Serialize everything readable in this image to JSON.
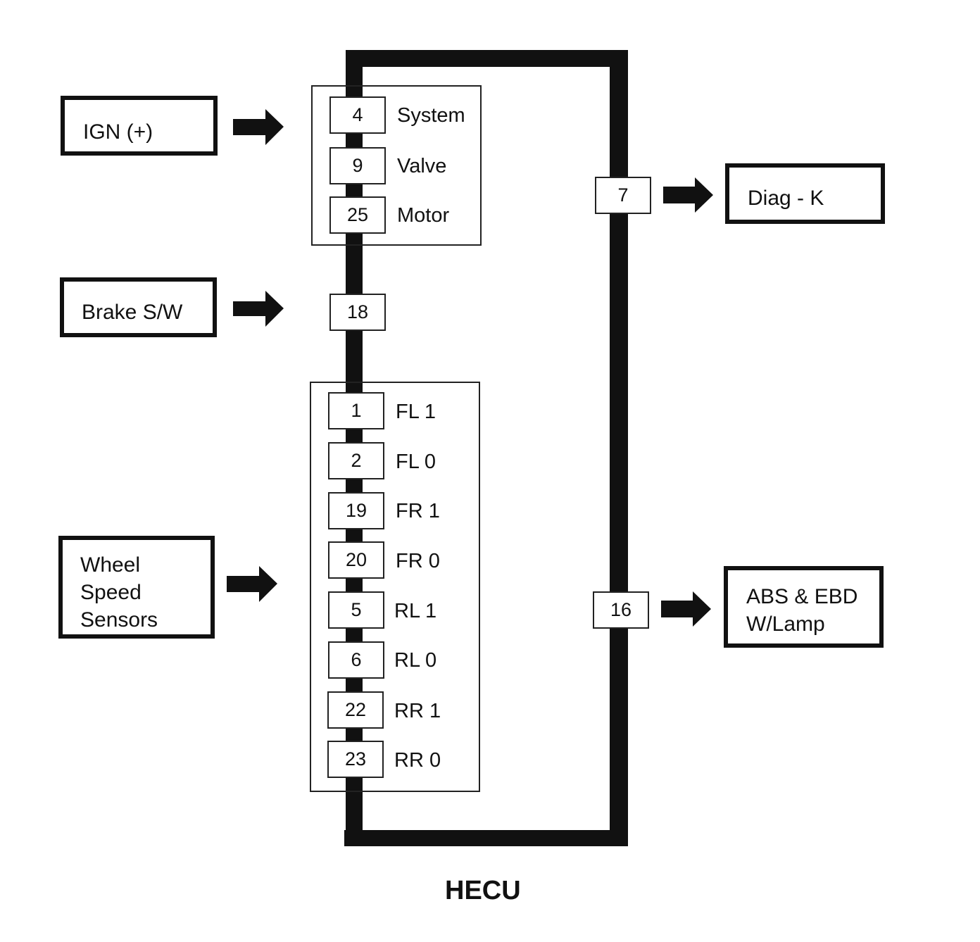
{
  "title": "HECU",
  "inputs": {
    "ign": "IGN (+)",
    "brake": "Brake S/W",
    "wheel": [
      "Wheel",
      "Speed",
      "Sensors"
    ]
  },
  "outputs": {
    "diag": "Diag - K",
    "abs": [
      "ABS & EBD",
      "W/Lamp"
    ]
  },
  "power_pins": [
    {
      "pin": "4",
      "label": "System"
    },
    {
      "pin": "9",
      "label": "Valve"
    },
    {
      "pin": "25",
      "label": "Motor"
    }
  ],
  "brake_pin": "18",
  "sensor_pins": [
    {
      "pin": "1",
      "label": "FL 1"
    },
    {
      "pin": "2",
      "label": "FL 0"
    },
    {
      "pin": "19",
      "label": "FR 1"
    },
    {
      "pin": "20",
      "label": "FR 0"
    },
    {
      "pin": "5",
      "label": "RL 1"
    },
    {
      "pin": "6",
      "label": "RL 0"
    },
    {
      "pin": "22",
      "label": "RR 1"
    },
    {
      "pin": "23",
      "label": "RR 0"
    }
  ],
  "output_pins": {
    "diag": "7",
    "abs": "16"
  },
  "colors": {
    "line": "#111111",
    "background": "#ffffff"
  }
}
